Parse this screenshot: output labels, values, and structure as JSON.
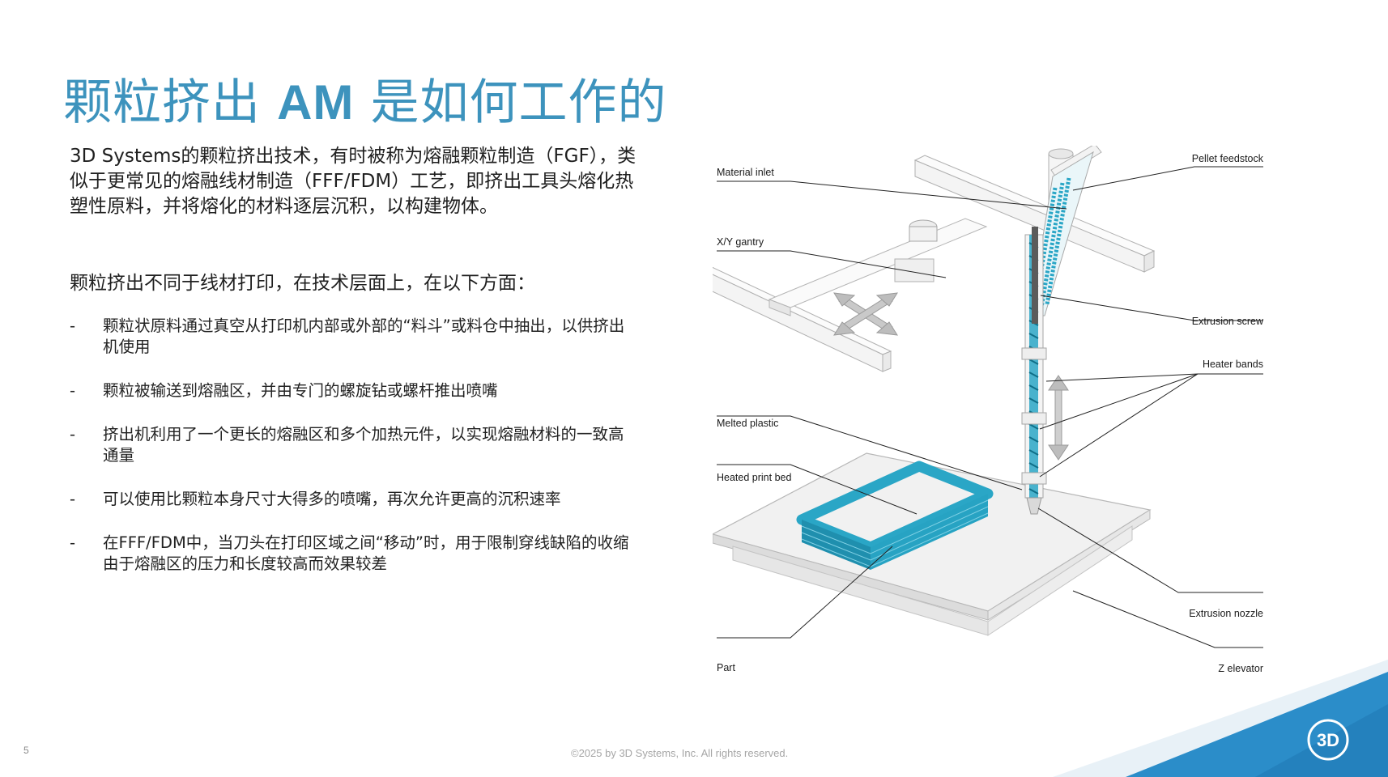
{
  "slide": {
    "title_cn_1": "颗粒挤出",
    "title_am": "AM",
    "title_cn_2": "是如何工作的",
    "intro": "3D Systems的颗粒挤出技术，有时被称为熔融颗粒制造（FGF），类似于更常见的熔融线材制造（FFF/FDM）工艺，即挤出工具头熔化热塑性原料，并将熔化的材料逐层沉积，以构建物体。",
    "lead": "颗粒挤出不同于线材打印，在技术层面上，在以下方面：",
    "bullet_dash": "-",
    "bullets": [
      "颗粒状原料通过真空从打印机内部或外部的“料斗”或料仓中抽出，以供挤出机使用",
      "颗粒被输送到熔融区，并由专门的螺旋钻或螺杆推出喷嘴",
      "挤出机利用了一个更长的熔融区和多个加热元件，以实现熔融材料的一致高通量",
      "可以使用比颗粒本身尺寸大得多的喷嘴，再次允许更高的沉积速率",
      "在FFF/FDM中，当刀头在打印区域之间“移动”时，用于限制穿线缺陷的收缩由于熔融区的压力和长度较高而效果较差"
    ],
    "page_number": "5",
    "copyright": "©2025 by 3D Systems, Inc. All rights reserved."
  },
  "diagram": {
    "labels": {
      "material_inlet": "Material inlet",
      "xy_gantry": "X/Y gantry",
      "melted_plastic": "Melted plastic",
      "heated_print_bed": "Heated print bed",
      "part": "Part",
      "pellet_feedstock": "Pellet feedstock",
      "extrusion_screw": "Extrusion screw",
      "heater_bands": "Heater bands",
      "extrusion_nozzle": "Extrusion nozzle",
      "z_elevator": "Z elevator"
    }
  },
  "colors": {
    "title": "#3d93bd",
    "accent": "#2aa6c6",
    "corner": "#2b8dc9"
  },
  "logo": {
    "text": "3D"
  }
}
